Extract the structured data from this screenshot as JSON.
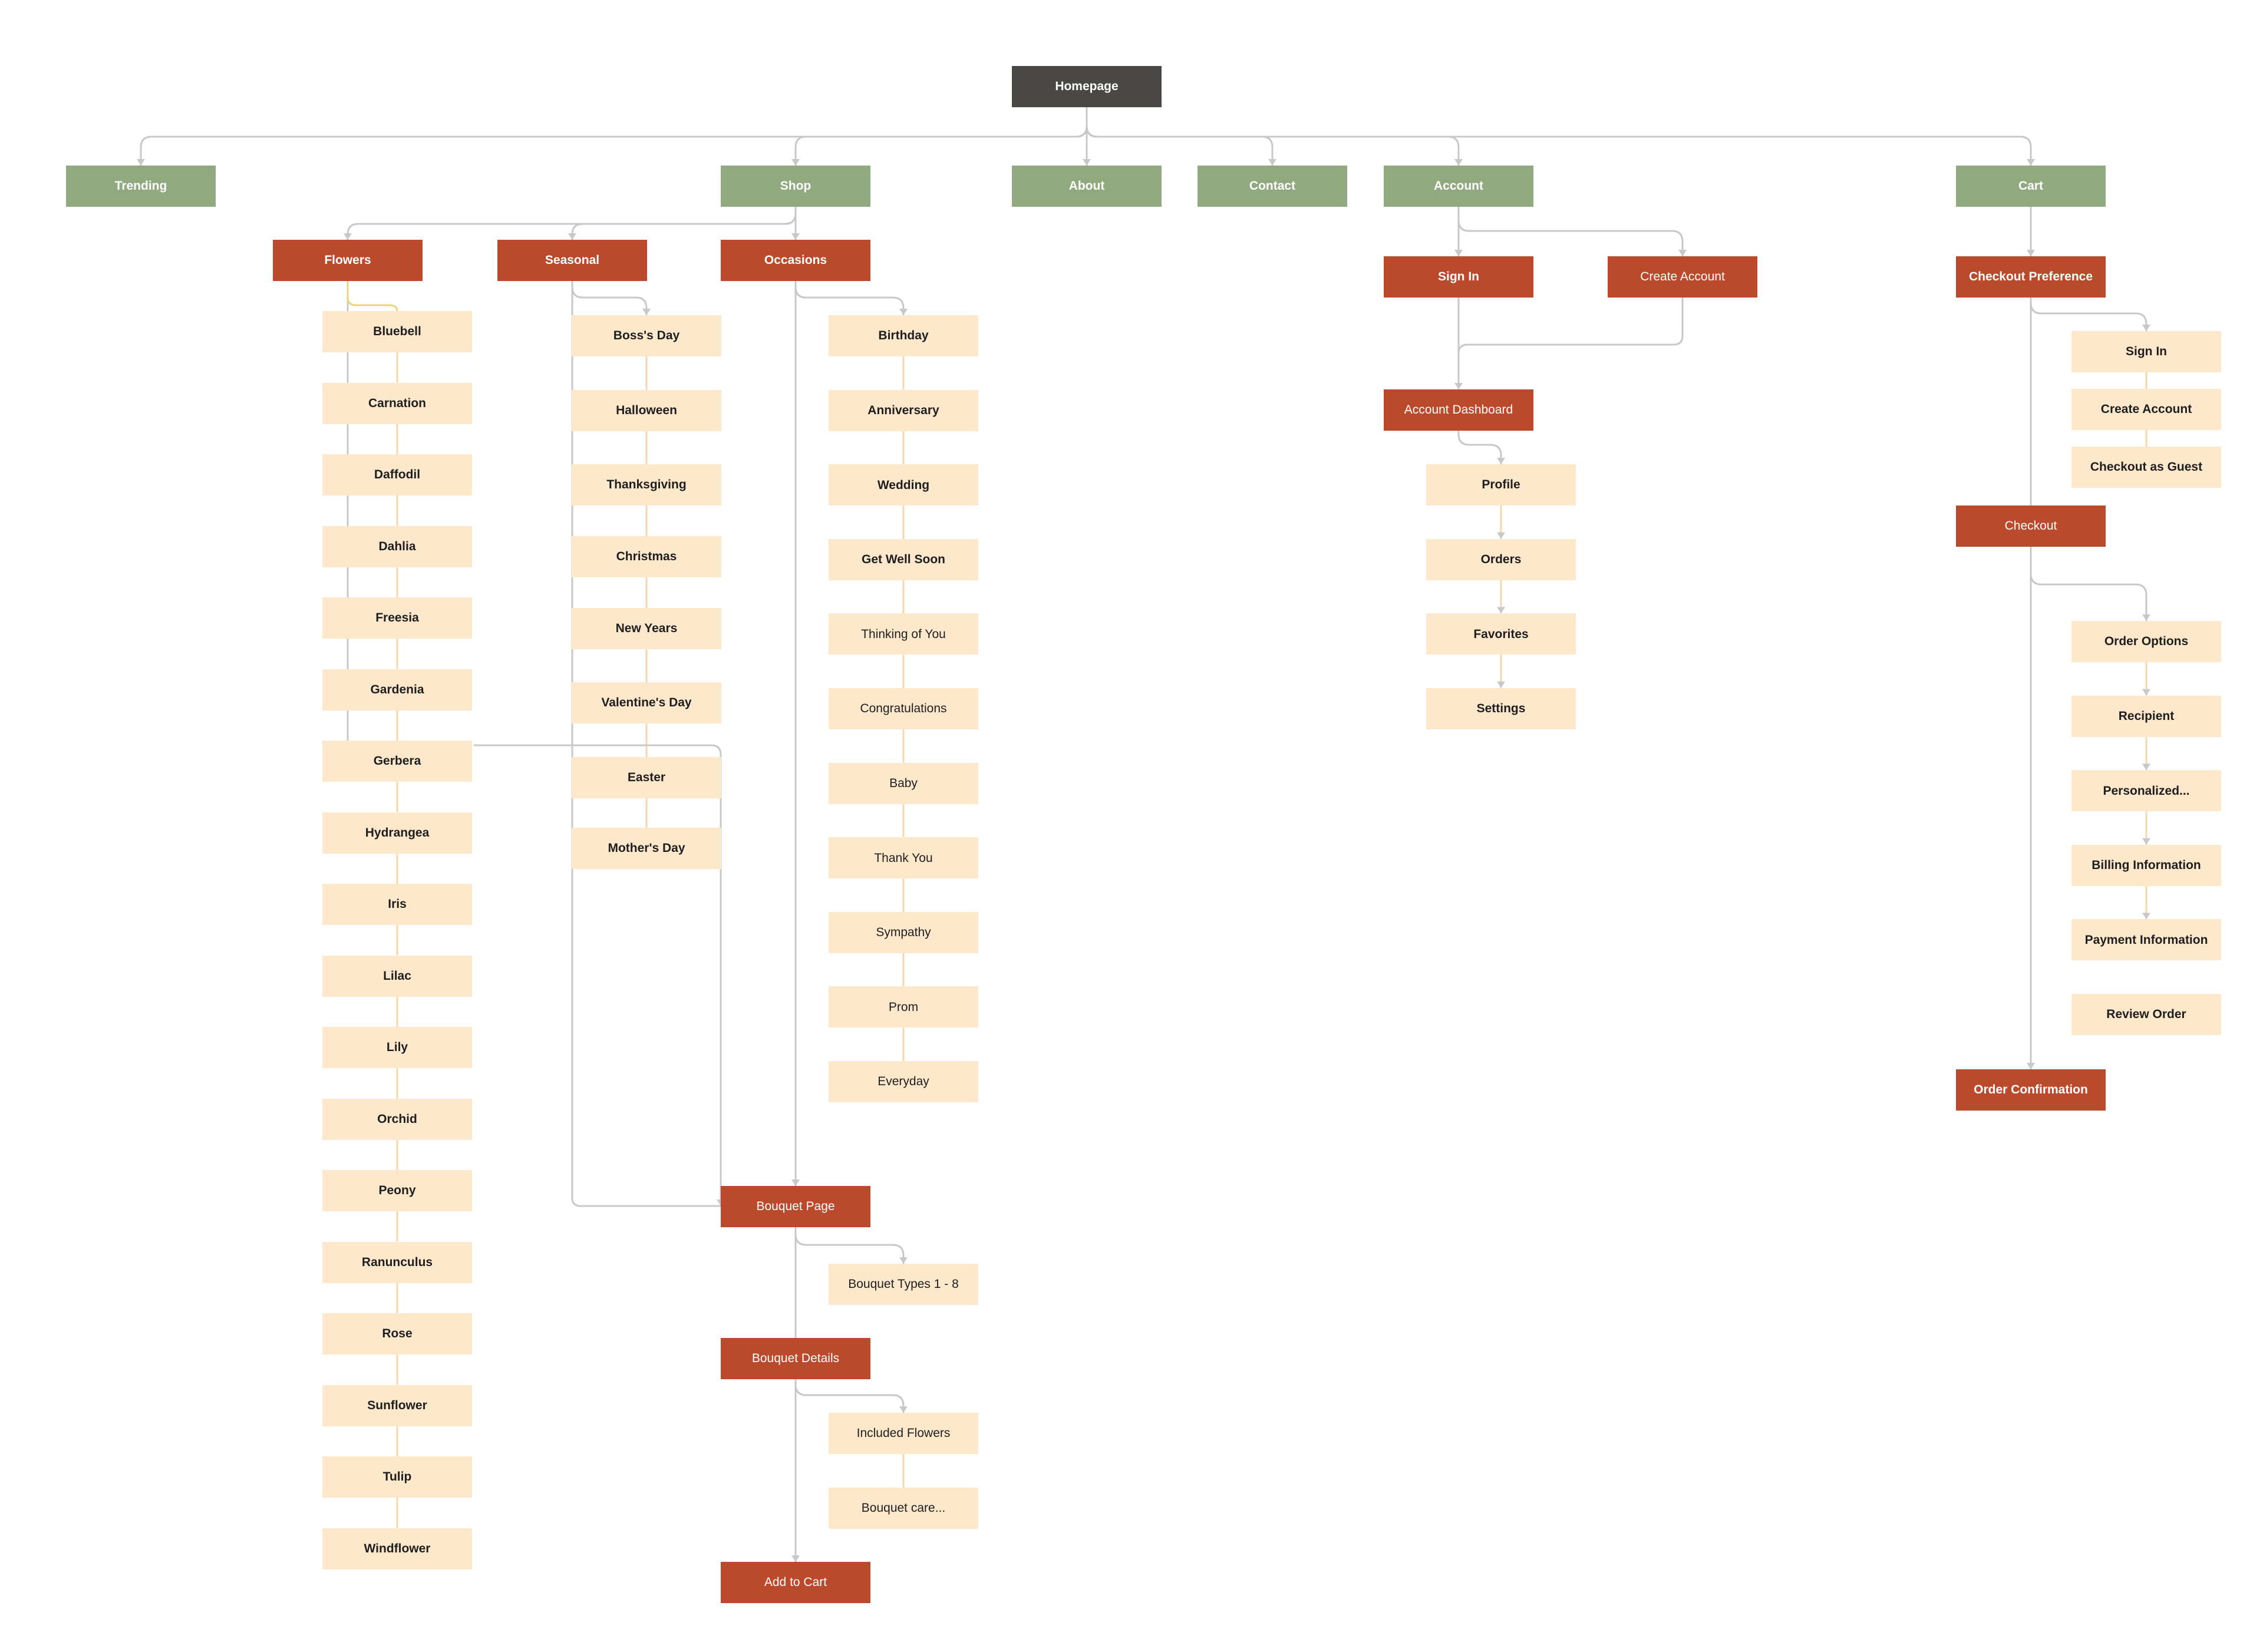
{
  "colors": {
    "root": "#4a4845",
    "top_level": "#91a97e",
    "hub": "#bb4a2c",
    "page": "#fde8cc",
    "connector": "#c8c8c8",
    "connector_highlight": "#f2d27a"
  },
  "nodes": {
    "homepage": "Homepage",
    "trending": "Trending",
    "shop": "Shop",
    "about": "About",
    "contact": "Contact",
    "account": "Account",
    "cart": "Cart",
    "flowers": "Flowers",
    "seasonal": "Seasonal",
    "occasions": "Occasions",
    "flower_list": [
      "Bluebell",
      "Carnation",
      "Daffodil",
      "Dahlia",
      "Freesia",
      "Gardenia",
      "Gerbera",
      "Hydrangea",
      "Iris",
      "Lilac",
      "Lily",
      "Orchid",
      "Peony",
      "Ranunculus",
      "Rose",
      "Sunflower",
      "Tulip",
      "Windflower"
    ],
    "seasonal_list": [
      "Boss's Day",
      "Halloween",
      "Thanksgiving",
      "Christmas",
      "New Years",
      "Valentine's Day",
      "Easter",
      "Mother's Day"
    ],
    "occasion_list": [
      "Birthday",
      "Anniversary",
      "Wedding",
      "Get Well Soon",
      "Thinking of You",
      "Congratulations",
      "Baby",
      "Thank You",
      "Sympathy",
      "Prom",
      "Everyday"
    ],
    "bouquet_page": "Bouquet Page",
    "bouquet_types": "Bouquet Types 1 - 8",
    "bouquet_details": "Bouquet Details",
    "included_flowers": "Included Flowers",
    "bouquet_care": "Bouquet care...",
    "add_to_cart": "Add to Cart",
    "sign_in": "Sign In",
    "create_account": "Create Account",
    "account_dashboard": "Account Dashboard",
    "dashboard_list": [
      "Profile",
      "Orders",
      "Favorites",
      "Settings"
    ],
    "checkout_preference": "Checkout Preference",
    "checkout_pref_list": [
      "Sign In",
      "Create Account",
      "Checkout as Guest"
    ],
    "checkout": "Checkout",
    "checkout_list": [
      "Order Options",
      "Recipient",
      "Personalized...",
      "Billing Information",
      "Payment Information",
      "Review Order"
    ],
    "order_confirmation": "Order Confirmation"
  }
}
